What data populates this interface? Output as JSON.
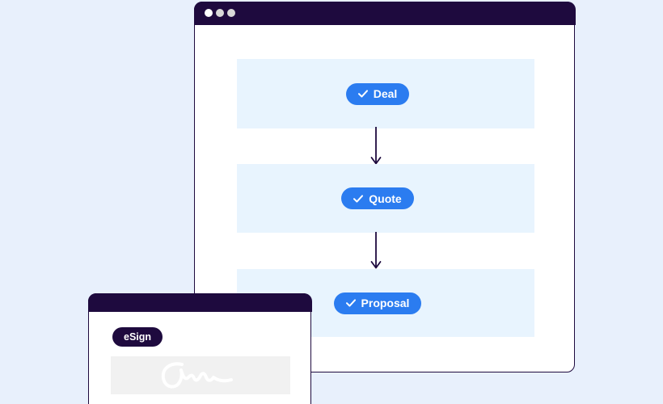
{
  "colors": {
    "page_background": "#e8f0fc",
    "window_chrome": "#1e0a3e",
    "window_body": "#ffffff",
    "step_panel_background": "#e8f4fe",
    "accent_blue": "#2b7cf0",
    "signature_box_background": "#f1f1f1",
    "traffic_light_1": "#ffffff",
    "traffic_light_2": "#d9d9d9",
    "traffic_light_3": "#d9d9d9"
  },
  "flow_window": {
    "steps": [
      {
        "label": "Deal"
      },
      {
        "label": "Quote"
      },
      {
        "label": "Proposal"
      }
    ]
  },
  "esign_window": {
    "badge_label": "eSign"
  }
}
